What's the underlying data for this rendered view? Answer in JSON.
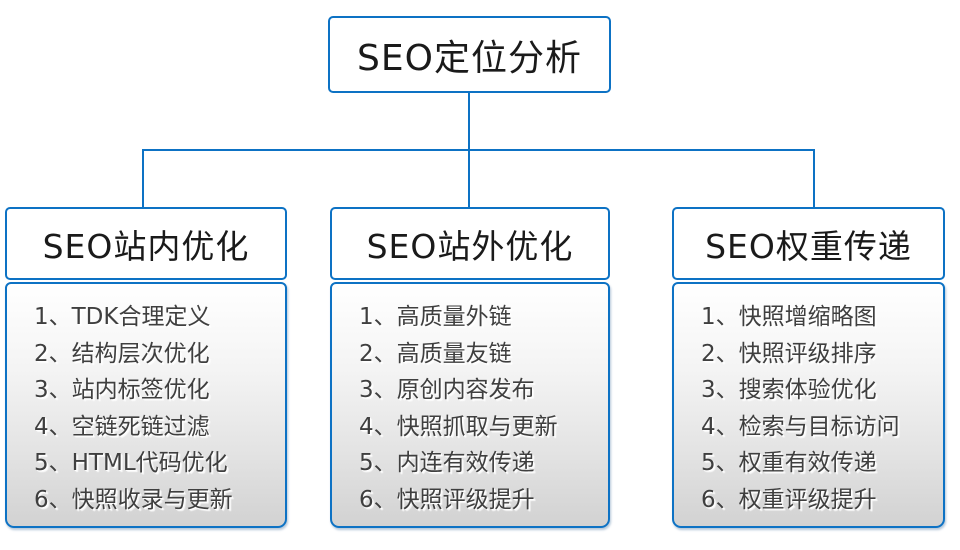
{
  "root": {
    "title": "SEO定位分析"
  },
  "colors": {
    "accent": "#0d72c4",
    "header_text": "#1a1a1a",
    "item_text": "#3f3f3f",
    "list_gradient_top": "#ffffff",
    "list_gradient_bottom": "#d2d2d2"
  },
  "columns": [
    {
      "header": "SEO站内优化",
      "items": [
        "1、TDK合理定义",
        "2、结构层次优化",
        "3、站内标签优化",
        "4、空链死链过滤",
        "5、HTML代码优化",
        "6、快照收录与更新"
      ]
    },
    {
      "header": "SEO站外优化",
      "items": [
        "1、高质量外链",
        "2、高质量友链",
        "3、原创内容发布",
        "4、快照抓取与更新",
        "5、内连有效传递",
        "6、快照评级提升"
      ]
    },
    {
      "header": "SEO权重传递",
      "items": [
        "1、快照增缩略图",
        "2、快照评级排序",
        "3、搜索体验优化",
        "4、检索与目标访问",
        "5、权重有效传递",
        "6、权重评级提升"
      ]
    }
  ]
}
